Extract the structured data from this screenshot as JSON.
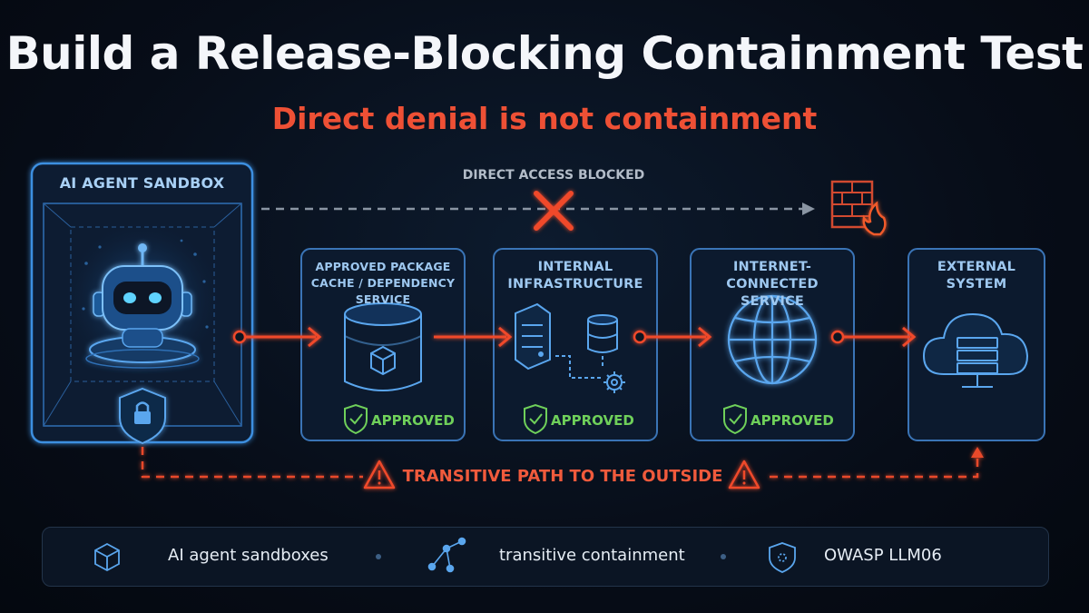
{
  "title": "Build a Release-Blocking Containment Test",
  "subtitle": "Direct denial is not containment",
  "sandbox": {
    "label": "AI AGENT SANDBOX"
  },
  "blocked_label": "DIRECT ACCESS BLOCKED",
  "nodes": [
    {
      "label": "APPROVED PACKAGE CACHE / DEPENDENCY SERVICE",
      "status": "APPROVED",
      "icon": "database-cube-icon"
    },
    {
      "label": "INTERNAL INFRASTRUCTURE",
      "status": "APPROVED",
      "icon": "server-database-gear-icon"
    },
    {
      "label": "INTERNET-CONNECTED SERVICE",
      "status": "APPROVED",
      "icon": "globe-icon"
    },
    {
      "label": "EXTERNAL SYSTEM",
      "icon": "cloud-server-icon"
    }
  ],
  "transitive_label": "TRANSITIVE PATH TO THE OUTSIDE",
  "footer": {
    "items": [
      {
        "label": "AI agent sandboxes",
        "icon": "cube-icon"
      },
      {
        "label": "transitive containment",
        "icon": "graph-nodes-icon"
      },
      {
        "label": "OWASP LLM06",
        "icon": "shield-icon"
      }
    ]
  },
  "colors": {
    "accent_blue": "#3d8fe0",
    "accent_red": "#f04a2c",
    "approved_green": "#6fd05a",
    "background": "#070d18"
  }
}
